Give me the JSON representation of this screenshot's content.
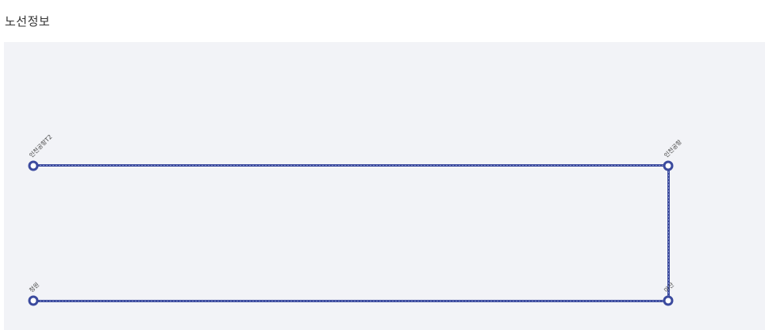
{
  "header": {
    "title": "노선정보"
  },
  "route": {
    "line_color": "#3b4a9e",
    "stations": [
      {
        "name": "인천공항T2"
      },
      {
        "name": "인천공항"
      },
      {
        "name": "청원"
      },
      {
        "name": "마산"
      }
    ]
  }
}
